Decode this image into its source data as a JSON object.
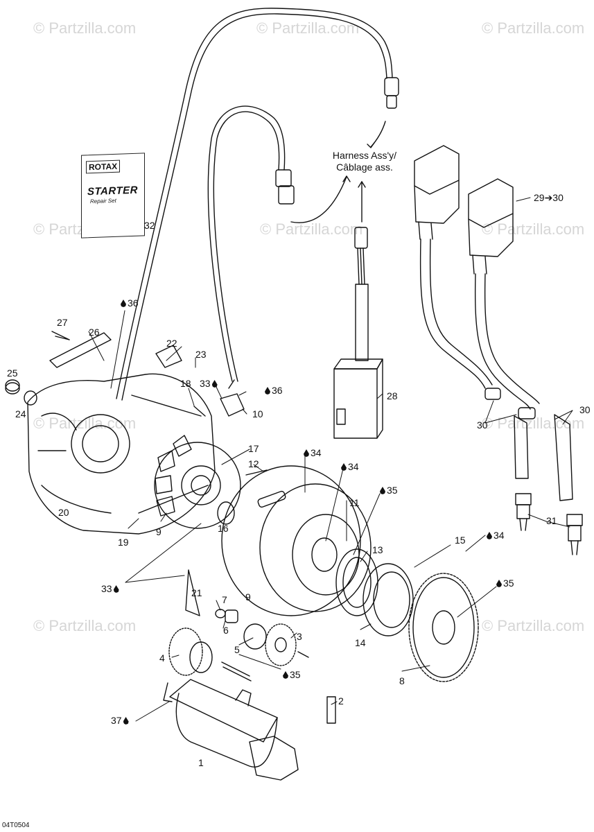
{
  "watermark": "© Partzilla.com",
  "diagram_code": "04T0504",
  "harness_note": {
    "line1": "Harness Ass'y/",
    "line2": "Câblage ass."
  },
  "repair_set": {
    "brand": "ROTAX",
    "title": "STARTER",
    "subtitle": "Repair Set"
  },
  "callouts": {
    "c1": "1",
    "c2": "2",
    "c3": "3",
    "c4": "4",
    "c5": "5",
    "c6": "6",
    "c7": "7",
    "c8": "8",
    "c9a": "9",
    "c9b": "9",
    "c10": "10",
    "c11": "11",
    "c12": "12",
    "c13": "13",
    "c14": "14",
    "c15": "15",
    "c16": "16",
    "c17": "17",
    "c18": "18",
    "c19": "19",
    "c20": "20",
    "c21": "21",
    "c22": "22",
    "c23": "23",
    "c24": "24",
    "c25": "25",
    "c26": "26",
    "c27": "27",
    "c28": "28",
    "c2930": "29➔30",
    "c30a": "30",
    "c30b": "30",
    "c31": "31",
    "c32": "32",
    "c33a": "33",
    "c33b": "33",
    "c34a": "34",
    "c34b": "34",
    "c34c": "34",
    "c35a": "35",
    "c35b": "35",
    "c35c": "35",
    "c36a": "36",
    "c36b": "36",
    "c37": "37"
  }
}
